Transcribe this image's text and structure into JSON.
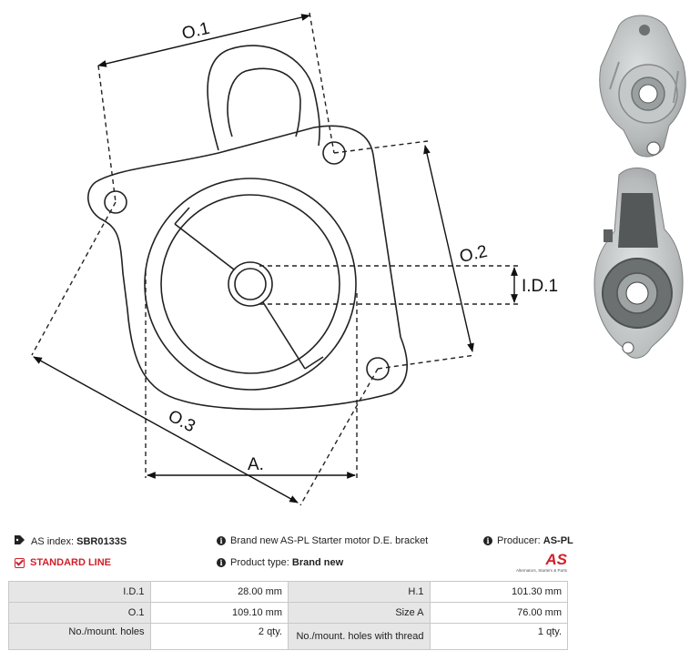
{
  "drawing": {
    "labels": {
      "o1": "O.1",
      "o2": "O.2",
      "o3": "O.3",
      "id1": "I.D.1",
      "a": "A."
    }
  },
  "info": {
    "as_index_label": "AS index:",
    "as_index_value": "SBR0133S",
    "description": "Brand new AS-PL Starter motor D.E. bracket",
    "producer_label": "Producer:",
    "producer_value": "AS-PL",
    "line_label": "STANDARD LINE",
    "product_type_label": "Product type:",
    "product_type_value": "Brand new"
  },
  "logo": {
    "text": "AS",
    "subtitle": "Alternators, Starters & Parts"
  },
  "specs": [
    {
      "l1": "I.D.1",
      "v1": "28.00 mm",
      "l2": "H.1",
      "v2": "101.30  mm"
    },
    {
      "l1": "O.1",
      "v1": "109.10  mm",
      "l2": "Size A",
      "v2": "76.00  mm"
    },
    {
      "l1": "No./mount. holes",
      "v1": "2 qty.",
      "l2": "No./mount. holes with thread",
      "v2": "1 qty."
    }
  ],
  "colors": {
    "accent": "#d0202a",
    "photo_metal": "#b8bcbc"
  }
}
